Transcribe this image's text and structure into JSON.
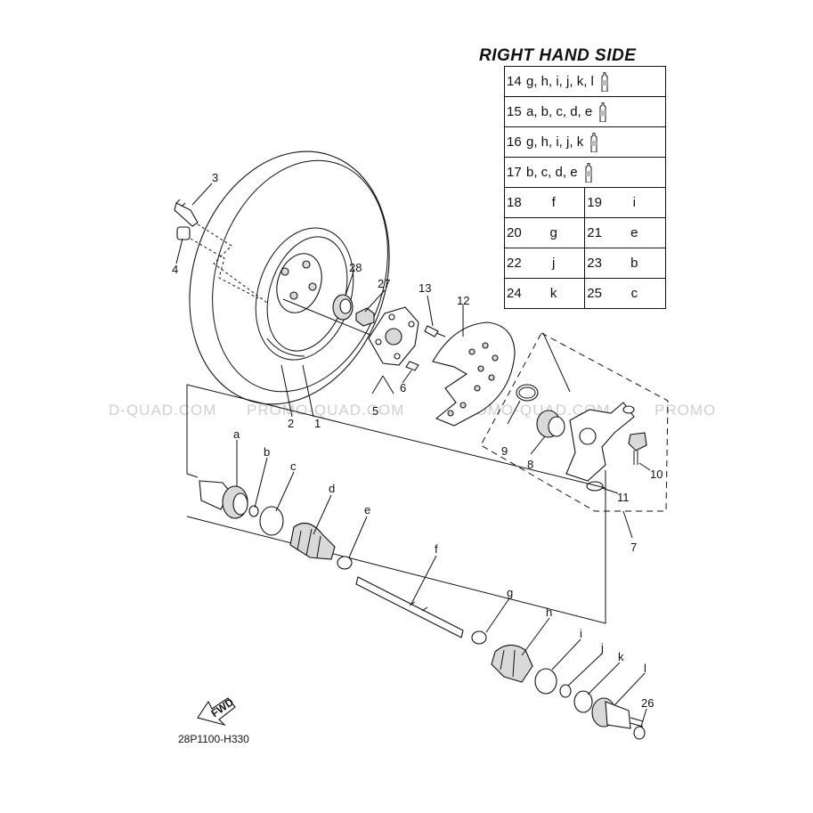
{
  "legend": {
    "title": "RIGHT HAND SIDE",
    "kits": [
      {
        "num": "14",
        "items": "g, h, i, j, k, l",
        "icon": "grease-tube-icon"
      },
      {
        "num": "15",
        "items": "a, b, c, d, e",
        "icon": "grease-tube-icon"
      },
      {
        "num": "16",
        "items": "g, h, i, j, k",
        "icon": "grease-tube-icon"
      },
      {
        "num": "17",
        "items": "b, c, d, e",
        "icon": "grease-tube-icon"
      }
    ],
    "pairs": [
      [
        {
          "num": "18",
          "val": "f"
        },
        {
          "num": "19",
          "val": "i"
        }
      ],
      [
        {
          "num": "20",
          "val": "g"
        },
        {
          "num": "21",
          "val": "e"
        }
      ],
      [
        {
          "num": "22",
          "val": "j"
        },
        {
          "num": "23",
          "val": "b"
        }
      ],
      [
        {
          "num": "24",
          "val": "k"
        },
        {
          "num": "25",
          "val": "c"
        }
      ]
    ]
  },
  "callouts": {
    "n1": "1",
    "n2": "2",
    "n3": "3",
    "n4": "4",
    "n5": "5",
    "n6": "6",
    "n7": "7",
    "n8": "8",
    "n9": "9",
    "n10": "10",
    "n11": "11",
    "n12": "12",
    "n13": "13",
    "n26": "26",
    "n27": "27",
    "n28": "28",
    "a": "a",
    "b": "b",
    "c": "c",
    "d": "d",
    "e": "e",
    "f": "f",
    "g": "g",
    "h": "h",
    "i": "i",
    "j": "j",
    "k": "k",
    "l": "l"
  },
  "fwd_label": "FWD",
  "diagram_code": "28P1100-H330",
  "watermark": {
    "w1": "D-QUAD.COM",
    "w2": "PROMO-QUAD.COM",
    "w3": "PROMO-QUAD.COM",
    "w4": "PROMO"
  }
}
